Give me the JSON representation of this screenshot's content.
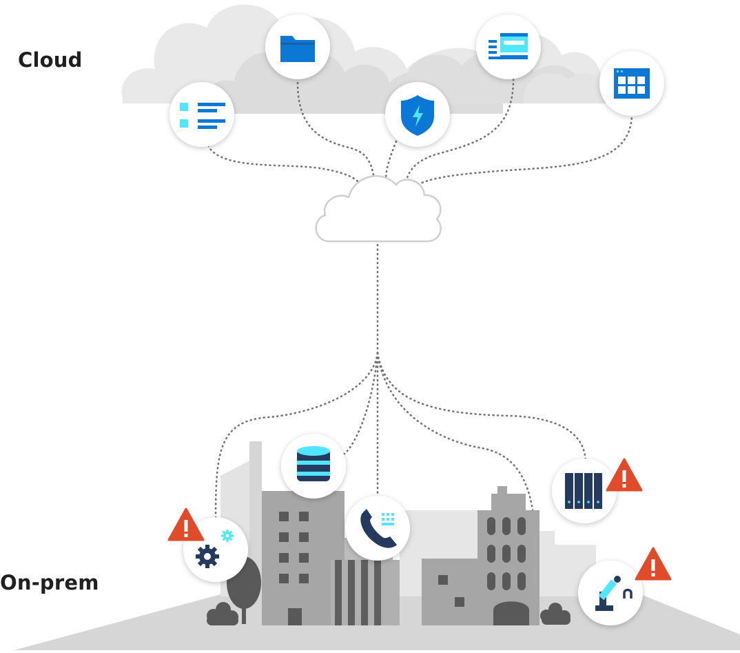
{
  "labels": {
    "cloud": "Cloud",
    "on_prem": "On-prem"
  },
  "colors": {
    "cloud_bg": "#e6e6e6",
    "cloud_bg_dark": "#d8d8d8",
    "azure_blue": "#0a78d4",
    "azure_light": "#50e6ff",
    "navy": "#243a5e",
    "warning_red": "#e04b2a",
    "building_mid": "#a6a6a6",
    "building_dark": "#595959",
    "ground": "#d6d6d6",
    "connector": "#737373"
  },
  "cloud_services": [
    {
      "name": "list-service",
      "icon": "list-icon"
    },
    {
      "name": "folder-service",
      "icon": "folder-icon"
    },
    {
      "name": "security-service",
      "icon": "shield-bolt-icon"
    },
    {
      "name": "web-service",
      "icon": "web-app-icon"
    },
    {
      "name": "grid-app-service",
      "icon": "app-grid-icon"
    }
  ],
  "onprem_devices": [
    {
      "name": "gear-device",
      "icon": "gears-icon",
      "warning": true
    },
    {
      "name": "database-device",
      "icon": "database-icon",
      "warning": false
    },
    {
      "name": "phone-device",
      "icon": "phone-icon",
      "warning": false
    },
    {
      "name": "server-rack-device",
      "icon": "server-rack-icon",
      "warning": true
    },
    {
      "name": "robot-arm-device",
      "icon": "robot-arm-icon",
      "warning": true
    }
  ]
}
